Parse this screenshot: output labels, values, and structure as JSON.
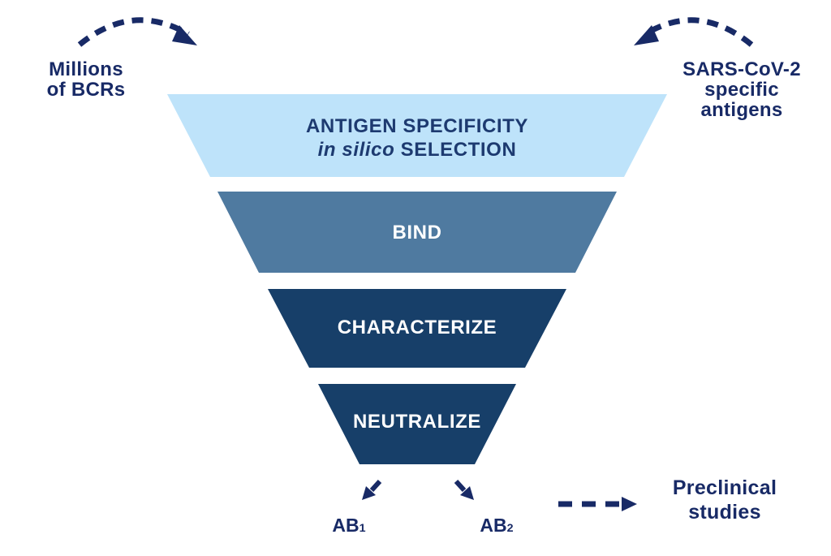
{
  "title": "Antibody discovery funnel diagram",
  "colors": {
    "background": "#ffffff",
    "tier1_fill": "#bee3fa",
    "tier2_fill": "#4f7aa0",
    "tier3_fill": "#173f69",
    "tier4_fill": "#173f69",
    "tier1_text": "#1d3a70",
    "tier_text_light": "#ffffff",
    "navy": "#182a66"
  },
  "inputs": {
    "left": {
      "line1": "Millions",
      "line2": "of BCRs"
    },
    "right": {
      "line1": "SARS-CoV-2",
      "line2": "specific",
      "line3": "antigens"
    }
  },
  "funnel": {
    "tiers": [
      {
        "line1": "ANTIGEN SPECIFICITY",
        "line2_italic": "in silico",
        "line2_rest": " SELECTION"
      },
      {
        "label": "BIND"
      },
      {
        "label": "CHARACTERIZE"
      },
      {
        "label": "NEUTRALIZE"
      }
    ]
  },
  "outputs": {
    "ab1": {
      "base": "AB",
      "sub": "1"
    },
    "ab2": {
      "base": "AB",
      "sub": "2"
    },
    "next_step": {
      "line1": "Preclinical",
      "line2": "studies"
    }
  }
}
